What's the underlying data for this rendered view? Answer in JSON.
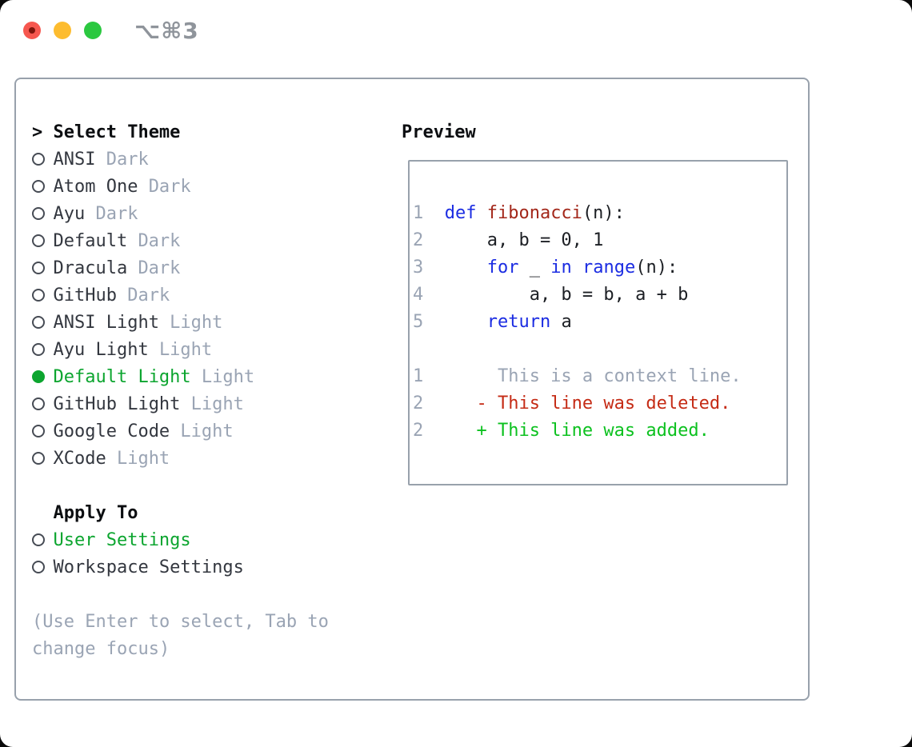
{
  "window": {
    "title": "⌥⌘3",
    "controls": {
      "close": "close",
      "minimize": "minimize",
      "zoom": "zoom"
    }
  },
  "colors": {
    "accent-green": "#0ca52f",
    "diff-added": "#0cc11f",
    "diff-deleted": "#c52b15",
    "kw-blue": "#1b2ce2",
    "fn-red": "#a3271a",
    "muted": "#9aa4b4",
    "text-dark": "#33373f",
    "heading": "#0c0e11",
    "border": "#98a1ac",
    "code-plain": "#1c1f24",
    "traffic-red": "#f6574f",
    "traffic-red-dot": "#7e150c",
    "traffic-yellow": "#fdbc2f",
    "traffic-green": "#2bc840",
    "title-gray": "#8f949b"
  },
  "theme_panel": {
    "header_marker": ">",
    "header": "Select Theme",
    "items": [
      {
        "name": "ANSI",
        "variant": "Dark",
        "selected": false
      },
      {
        "name": "Atom One",
        "variant": "Dark",
        "selected": false
      },
      {
        "name": "Ayu",
        "variant": "Dark",
        "selected": false
      },
      {
        "name": "Default",
        "variant": "Dark",
        "selected": false
      },
      {
        "name": "Dracula",
        "variant": "Dark",
        "selected": false
      },
      {
        "name": "GitHub",
        "variant": "Dark",
        "selected": false
      },
      {
        "name": "ANSI Light",
        "variant": "Light",
        "selected": false
      },
      {
        "name": "Ayu Light",
        "variant": "Light",
        "selected": false
      },
      {
        "name": "Default Light",
        "variant": "Light",
        "selected": true
      },
      {
        "name": "GitHub Light",
        "variant": "Light",
        "selected": false
      },
      {
        "name": "Google Code",
        "variant": "Light",
        "selected": false
      },
      {
        "name": "XCode",
        "variant": "Light",
        "selected": false
      }
    ],
    "apply_header": "Apply To",
    "apply_options": [
      {
        "name": "User Settings",
        "selected": true
      },
      {
        "name": "Workspace Settings",
        "selected": false
      }
    ],
    "help_text": "(Use Enter to select, Tab to change focus)"
  },
  "preview_panel": {
    "title": "Preview",
    "code_lines": [
      {
        "num": "1",
        "segments": [
          {
            "t": "def ",
            "c": "kw"
          },
          {
            "t": "fibonacci",
            "c": "fn"
          },
          {
            "t": "(n):",
            "c": "pl"
          }
        ]
      },
      {
        "num": "2",
        "segments": [
          {
            "t": "    a, b = 0, 1",
            "c": "pl"
          }
        ]
      },
      {
        "num": "3",
        "segments": [
          {
            "t": "    ",
            "c": "pl"
          },
          {
            "t": "for",
            "c": "kw"
          },
          {
            "t": " _ ",
            "c": "pl"
          },
          {
            "t": "in",
            "c": "kw"
          },
          {
            "t": " ",
            "c": "pl"
          },
          {
            "t": "range",
            "c": "kw"
          },
          {
            "t": "(n):",
            "c": "pl"
          }
        ]
      },
      {
        "num": "4",
        "segments": [
          {
            "t": "        a, b = b, a + b",
            "c": "pl"
          }
        ]
      },
      {
        "num": "5",
        "segments": [
          {
            "t": "    ",
            "c": "pl"
          },
          {
            "t": "return",
            "c": "kw"
          },
          {
            "t": " a",
            "c": "pl"
          }
        ]
      },
      {
        "num": "",
        "segments": []
      },
      {
        "num": "1",
        "segments": [
          {
            "t": "     This is a context line.",
            "c": "ctx"
          }
        ]
      },
      {
        "num": "2",
        "segments": [
          {
            "t": "   - This line was deleted.",
            "c": "del"
          }
        ]
      },
      {
        "num": "2",
        "segments": [
          {
            "t": "   + This line was added.",
            "c": "add"
          }
        ]
      }
    ]
  }
}
